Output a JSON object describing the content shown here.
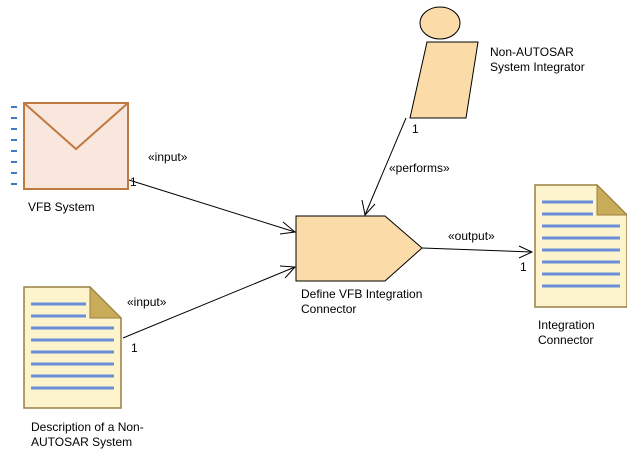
{
  "colors": {
    "fill": "#fbdca9",
    "fill_envelope": "#f9e6dc",
    "stroke_envelope": "#c07a40",
    "stroke_doc": "#9a8040",
    "doc_fold": "#c9ac5a",
    "doc_lines": "#6b8ed8",
    "envelope_ticks": "#3f78c8",
    "line": "#000000"
  },
  "nodes": {
    "vfb_system": {
      "label": "VFB System"
    },
    "description_doc": {
      "label_lines": [
        "Description of a Non-",
        "AUTOSAR System"
      ]
    },
    "integrator": {
      "label_lines": [
        "Non-AUTOSAR",
        "System Integrator"
      ]
    },
    "task": {
      "label_lines": [
        "Define VFB Integration",
        "Connector"
      ]
    },
    "integration_connector": {
      "label_lines": [
        "Integration",
        "Connector"
      ]
    }
  },
  "edges": {
    "input_vfb": {
      "stereotype": "«input»",
      "multiplicity": "1"
    },
    "input_desc": {
      "stereotype": "«input»",
      "multiplicity": "1"
    },
    "performs": {
      "stereotype": "«performs»",
      "multiplicity": "1"
    },
    "output": {
      "stereotype": "«output»",
      "multiplicity": "1"
    }
  }
}
